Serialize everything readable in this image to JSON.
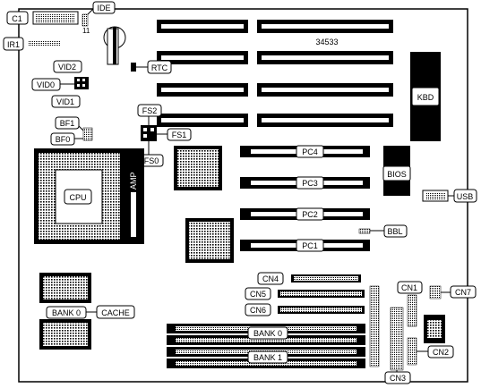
{
  "board_id": "34533",
  "labels": {
    "c1": "C1",
    "ide": "IDE",
    "pin11": "11",
    "ir1": "IR1",
    "rtc": "RTC",
    "vid2": "VID2",
    "vid0": "VID0",
    "vid1": "VID1",
    "bf1": "BF1",
    "bf0": "BF0",
    "fs2": "FS2",
    "fs1": "FS1",
    "fs0": "FS0",
    "cpu": "CPU",
    "amp": "AMP",
    "kbd": "KBD",
    "bios": "BIOS",
    "usb": "USB",
    "bbl": "BBL",
    "pc1": "PC1",
    "pc2": "PC2",
    "pc3": "PC3",
    "pc4": "PC4",
    "cn1": "CN1",
    "cn2": "CN2",
    "cn3": "CN3",
    "cn4": "CN4",
    "cn5": "CN5",
    "cn6": "CN6",
    "cn7": "CN7",
    "bank0": "BANK 0",
    "bank1": "BANK 1",
    "cache_bank0": "BANK 0",
    "cache": "CACHE"
  }
}
